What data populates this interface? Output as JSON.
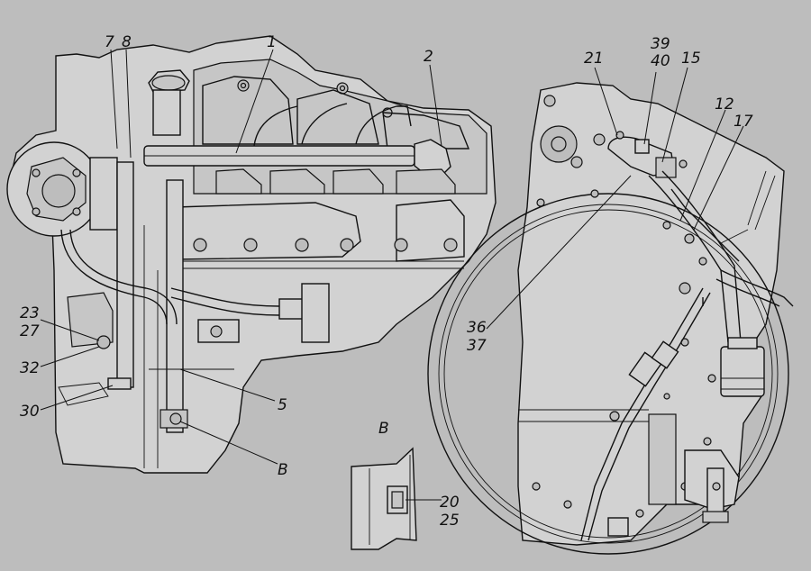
{
  "view_label": "В",
  "callouts": [
    {
      "id": "c1",
      "text": "1"
    },
    {
      "id": "c2",
      "text": "2"
    },
    {
      "id": "c5",
      "text": "5"
    },
    {
      "id": "c7",
      "text": "7"
    },
    {
      "id": "c8",
      "text": "8"
    },
    {
      "id": "c12",
      "text": "12"
    },
    {
      "id": "c15",
      "text": "15"
    },
    {
      "id": "c17",
      "text": "17"
    },
    {
      "id": "c20",
      "text": "20"
    },
    {
      "id": "c21",
      "text": "21"
    },
    {
      "id": "c23",
      "text": "23"
    },
    {
      "id": "c25",
      "text": "25"
    },
    {
      "id": "c27",
      "text": "27"
    },
    {
      "id": "c30",
      "text": "30"
    },
    {
      "id": "c32",
      "text": "32"
    },
    {
      "id": "c36",
      "text": "36"
    },
    {
      "id": "c37",
      "text": "37"
    },
    {
      "id": "c39",
      "text": "39"
    },
    {
      "id": "c40",
      "text": "40"
    },
    {
      "id": "cB",
      "text": "В"
    }
  ],
  "colors": {
    "background": "#bdbdbd",
    "line": "#111111",
    "part_fill": "#d2d2d2"
  }
}
